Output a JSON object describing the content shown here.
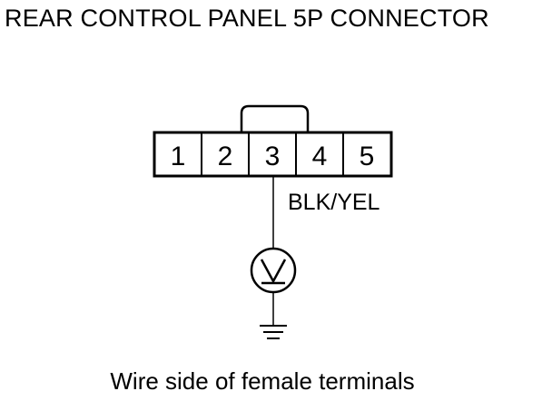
{
  "title": "REAR CONTROL PANEL 5P CONNECTOR",
  "connector": {
    "pins": [
      "1",
      "2",
      "3",
      "4",
      "5"
    ]
  },
  "wire": {
    "color_label": "BLK/YEL",
    "pin": "3"
  },
  "meter": {
    "icon": "voltmeter-icon"
  },
  "ground": {
    "icon": "ground-icon"
  },
  "caption": "Wire side of female terminals"
}
